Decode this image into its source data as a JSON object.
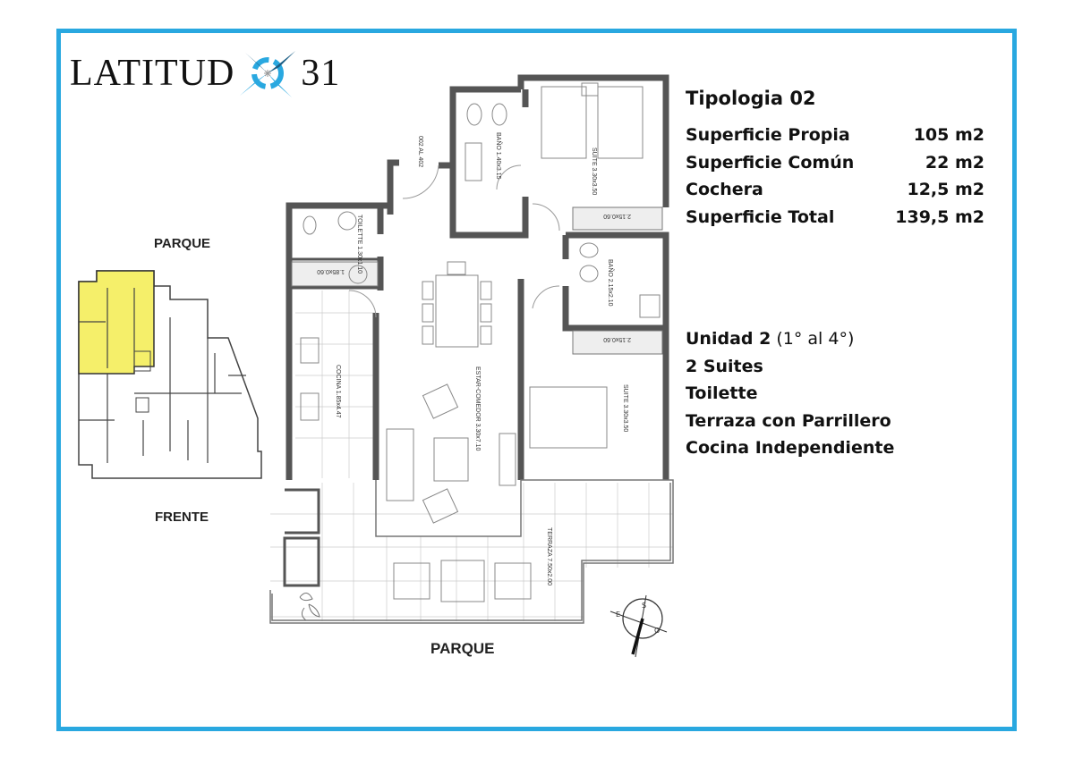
{
  "brand": {
    "name_left": "LATITUD",
    "name_right": "31",
    "colors": {
      "primary": "#29a8e0",
      "dark": "#1b5e85"
    }
  },
  "frame_color": "#29a8e0",
  "title": "Tipologia 02",
  "areas": [
    {
      "label": "Superficie Propia",
      "value": "105 m2"
    },
    {
      "label": "Superficie Común",
      "value": "22 m2"
    },
    {
      "label": "Cochera",
      "value": "12,5 m2"
    },
    {
      "label": "Superficie Total",
      "value": "139,5 m2"
    }
  ],
  "unit": {
    "name": "Unidad 2",
    "floors": " (1° al 4°)"
  },
  "features": [
    "2 Suites",
    "Toilette",
    "Terraza con Parrillero",
    "Cocina Independiente"
  ],
  "key_plan": {
    "top_label": "PARQUE",
    "bottom_label": "FRENTE",
    "highlight_color": "#f5ef6a"
  },
  "plan": {
    "bottom_label": "PARQUE",
    "rooms": {
      "bano1": "BAÑO 1.40x3.15",
      "suite1": "SUITE 3.30x3.50",
      "closet1": "2.15x0.60",
      "toilette": "TOILETTE 1.30x1.10",
      "closet_hall": "1.85x0.60",
      "cocina": "COCINA 1.85x4.47",
      "estar": "ESTAR-COMEDOR 3.30x7.10",
      "bano2": "BAÑO 2.15x2.10",
      "closet2": "2.15x0.60",
      "suite2": "SUITE 3.30x3.50",
      "terraza": "TERRAZA 7.50x2.00",
      "entry": "002 AL 402"
    },
    "compass": {
      "n": "S",
      "e": "O",
      "w": "E"
    }
  }
}
